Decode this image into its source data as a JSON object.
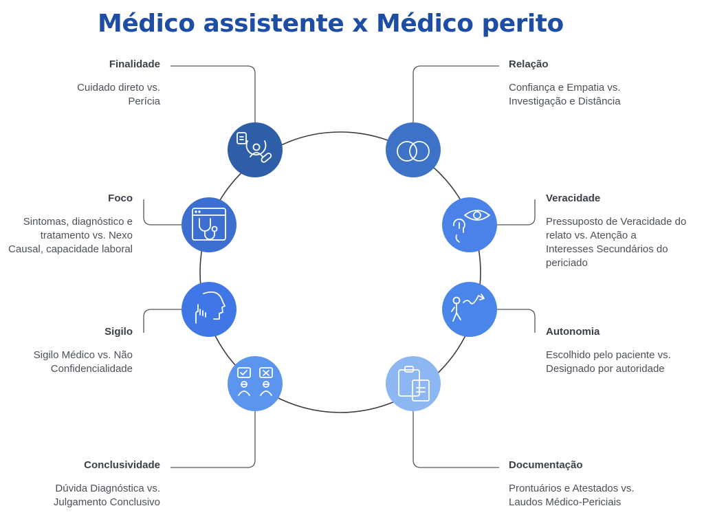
{
  "title": "Médico assistente x Médico perito",
  "colors": {
    "title": "#1d4ea3",
    "ring": "#3c3c3c",
    "connector": "#555555",
    "icon_stroke": "#ffffff"
  },
  "items": [
    {
      "key": "finalidade",
      "heading": "Finalidade",
      "description": "Cuidado direto vs. Perícia",
      "circle_color": "#2f5ea8",
      "icon": "patient-care-icon"
    },
    {
      "key": "relacao",
      "heading": "Relação",
      "description": "Confiança e Empatia vs. Investigação e Distância",
      "circle_color": "#3e72c6",
      "icon": "overlapping-circles-icon"
    },
    {
      "key": "foco",
      "heading": "Foco",
      "description": "Sintomas, diagnóstico e tratamento vs. Nexo Causal, capacidade laboral",
      "circle_color": "#3c6fd0",
      "icon": "stethoscope-window-icon"
    },
    {
      "key": "veracidade",
      "heading": "Veracidade",
      "description": "Pressuposto de Veracidade do relato vs. Atenção a Interesses Secundários do periciado",
      "circle_color": "#4a82e8",
      "icon": "eye-observer-icon"
    },
    {
      "key": "sigilo",
      "heading": "Sigilo",
      "description": "Sigilo Médico vs. Não Confidencialidade",
      "circle_color": "#3f77e6",
      "icon": "silence-gesture-icon"
    },
    {
      "key": "autonomia",
      "heading": "Autonomia",
      "description": "Escolhido pelo paciente vs. Designado por autoridade",
      "circle_color": "#4a86ea",
      "icon": "directing-person-icon"
    },
    {
      "key": "conclusividade",
      "heading": "Conclusividade",
      "description": "Dúvida Diagnóstica vs. Julgamento Conclusivo",
      "circle_color": "#5b95ee",
      "icon": "check-vs-cross-icon"
    },
    {
      "key": "documentacao",
      "heading": "Documentação",
      "description": "Prontuários e Atestados vs. Laudos Médico-Periciais",
      "circle_color": "#8db7f3",
      "icon": "clipboard-document-icon"
    }
  ]
}
